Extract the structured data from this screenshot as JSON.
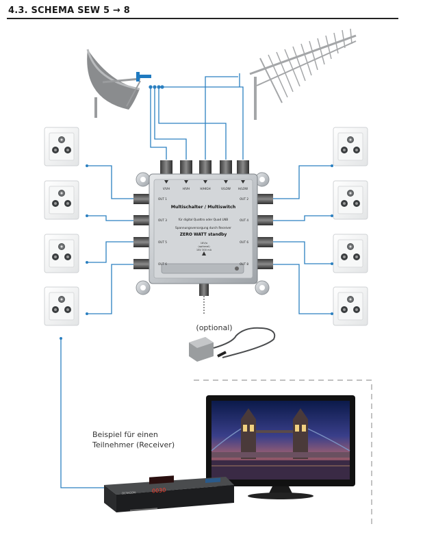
{
  "heading": "4.3. SCHEMA SEW 5 → 8",
  "optional_label": "(optional)",
  "receiver_caption": {
    "line1": "Beispiel für einen",
    "line2": "Teilnehmer (Receiver)"
  },
  "multiswitch": {
    "title": "Multischalter / Multiswitch",
    "subtitle": "für digital Quattro oder Quad LNB",
    "supply_text": "Spannungsversorgung durch Receiver",
    "standby_text": "ZERO WATT standby",
    "power_text_1": "18V/o",
    "power_text_2": "(optional)",
    "power_text_3": "18V 300 mA",
    "inputs": [
      "V/VH",
      "H/VH",
      "H/HIGH",
      "V/LOW",
      "H/LOW"
    ],
    "outputs_left": [
      "OUT 1",
      "OUT 3",
      "OUT 5",
      "OUT 6"
    ],
    "outputs_right": [
      "OUT 2",
      "OUT 4",
      "OUT 6",
      "OUT 8"
    ]
  },
  "receiver": {
    "brand": "OCTAGON",
    "display": "0030"
  },
  "colors": {
    "connection_line": "#2a7fc0",
    "heading_text": "#1a1a1a",
    "dashed_frame": "#9a9a9a"
  },
  "icons": {
    "satellite_dish": "satellite-dish-icon",
    "terrestrial_antenna": "antenna-icon",
    "wall_socket": "wall-socket-icon",
    "power_adapter": "power-adapter-icon",
    "tv": "tv-icon",
    "receiver": "receiver-icon"
  }
}
